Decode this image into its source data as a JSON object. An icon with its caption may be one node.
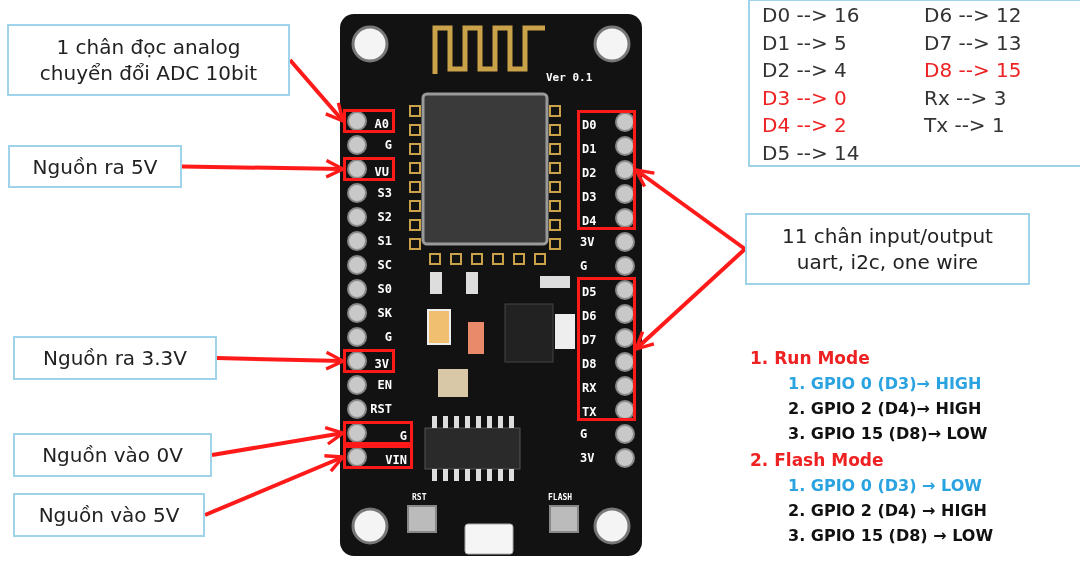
{
  "diagram": {
    "nodes": [
      {
        "text": [
          "1 chân đọc analog chuyển đổi ADC 10bit"
        ]
      },
      {
        "text": [
          "Nguồn ra 5V"
        ]
      },
      {
        "text": [
          "Nguồn ra 3.3V"
        ]
      },
      {
        "text": [
          "Nguồn vào 0V"
        ]
      },
      {
        "text": [
          "Nguồn vào 5V"
        ]
      },
      {
        "text": [
          "11 chân input/output uart, i2c, one wire"
        ]
      },
      {
        "text": [],
        "shape": "picture"
      },
      {
        "text": [
          "D0 --> 16",
          "D6 --> 12",
          "D1 --> 5",
          "D7 --> 13",
          "D2 --> 4",
          "D8 --> 15",
          "D3 --> 0",
          "Rx --> 3",
          "D4 --> 2",
          "Tx --> 1",
          "D5 --> 14"
        ]
      },
      {
        "text": [
          "A0"
        ],
        "in": 6
      },
      {
        "text": [
          "VU"
        ],
        "in": 6
      },
      {
        "text": [
          "3V"
        ],
        "in": 6
      },
      {
        "text": [
          "G"
        ],
        "in": 6
      },
      {
        "text": [
          "VIN"
        ],
        "in": 6
      },
      {
        "text": [
          "D0",
          "D1",
          "D2",
          "D3",
          "D4"
        ],
        "in": 6
      },
      {
        "text": [
          "D5",
          "D6",
          "D7",
          "D8",
          "RX",
          "TX"
        ],
        "in": 6
      }
    ],
    "edges": [
      {
        "from": 0,
        "to": 8,
        "arrow": "to"
      },
      {
        "from": 1,
        "to": 9,
        "arrow": "to"
      },
      {
        "from": 2,
        "to": 10,
        "arrow": "to"
      },
      {
        "from": 3,
        "to": 11,
        "arrow": "to"
      },
      {
        "from": 4,
        "to": 12,
        "arrow": "to"
      },
      {
        "from": 5,
        "to": 13,
        "arrow": "to"
      },
      {
        "from": 5,
        "to": 14,
        "arrow": "to"
      }
    ],
    "labels": [
      "Ver 0.1",
      "G",
      "S3",
      "S2",
      "S1",
      "SC",
      "S0",
      "SK",
      "G",
      "EN",
      "RST",
      "3V",
      "G",
      "G",
      "3V",
      "RST",
      "FLASH",
      "1. Run Mode",
      "1. GPIO 0 (D3)→ HIGH",
      "2. GPIO 2 (D4)→ HIGH",
      "3. GPIO 15 (D8)→ LOW",
      "2. Flash Mode",
      "1. GPIO 0 (D3) → LOW",
      "2. GPIO 2 (D4) → HIGH",
      "3. GPIO 15 (D8) → LOW"
    ]
  }
}
